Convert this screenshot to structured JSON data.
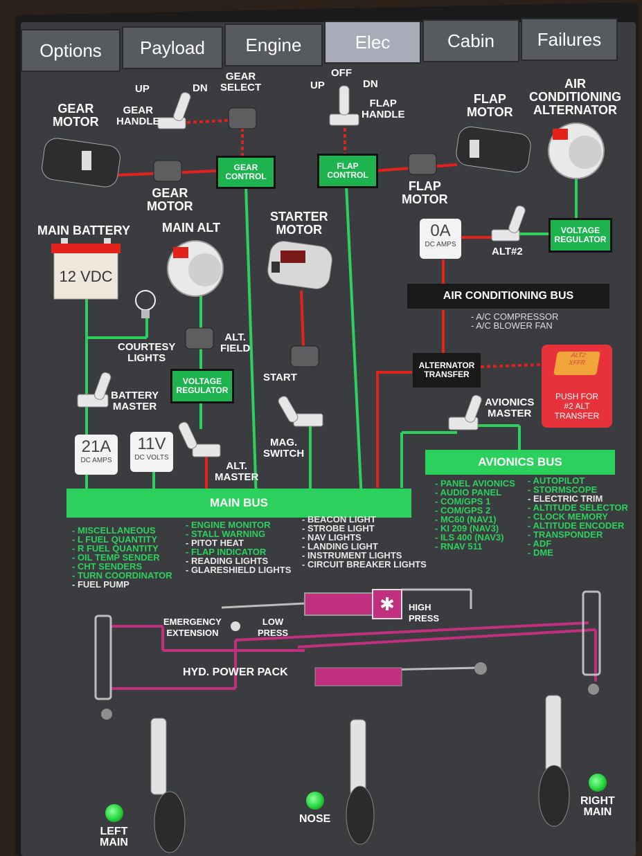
{
  "tabs": [
    "Options",
    "Payload",
    "Engine",
    "Elec",
    "Cabin",
    "Failures"
  ],
  "active_tab": "Elec",
  "labels": {
    "gear_motor_title": "GEAR\nMOTOR",
    "gear_handle": "GEAR\nHANDLE",
    "up1": "UP",
    "dn1": "DN",
    "gear_select": "GEAR\nSELECT",
    "gear_motor_small": "GEAR\nMOTOR",
    "off": "OFF",
    "up2": "UP",
    "dn2": "DN",
    "flap_handle": "FLAP\nHANDLE",
    "flap_motor_title": "FLAP\nMOTOR",
    "flap_motor_small": "FLAP\nMOTOR",
    "ac_alt_title": "AIR\nCONDITIONING\nALTERNATOR",
    "main_battery": "MAIN BATTERY",
    "main_alt": "MAIN ALT",
    "starter_motor": "STARTER\nMOTOR",
    "alt2": "ALT#2",
    "courtesy_lights": "COURTESY\nLIGHTS",
    "alt_field": "ALT.\nFIELD",
    "start": "START",
    "battery_master": "BATTERY\nMASTER",
    "mag_switch": "MAG.\nSWITCH",
    "alt_master": "ALT.\nMASTER",
    "avionics_master": "AVIONICS\nMASTER",
    "ac_list_1": "- A/C COMPRESSOR",
    "ac_list_2": "- A/C BLOWER FAN",
    "emergency_extension": "EMERGENCY\nEXTENSION",
    "low_press": "LOW\nPRESS",
    "high_press": "HIGH\nPRESS",
    "hyd_power_pack": "HYD. POWER PACK",
    "left_main": "LEFT\nMAIN",
    "nose": "NOSE",
    "right_main": "RIGHT\nMAIN"
  },
  "boxes": {
    "gear_control": "GEAR\nCONTROL",
    "flap_control": "FLAP\nCONTROL",
    "voltage_regulator_1": "VOLTAGE\nREGULATOR",
    "voltage_regulator_2": "VOLTAGE\nREGULATOR"
  },
  "buses": {
    "air_conditioning_bus": "AIR CONDITIONING BUS",
    "alternator_transfer": "ALTERNATOR\nTRANSFER",
    "main_bus": "MAIN BUS",
    "avionics_bus": "AVIONICS BUS"
  },
  "battery_label": "12 VDC",
  "gauges": {
    "ac_amps": {
      "value": "0A",
      "unit": "DC AMPS"
    },
    "main_amps": {
      "value": "21A",
      "unit": "DC AMPS"
    },
    "main_volts": {
      "value": "11V",
      "unit": "DC VOLTS"
    }
  },
  "alt_transfer_button": {
    "cap": "ALT2\nXFFR",
    "text": "PUSH FOR\n#2 ALT\nTRANSFER"
  },
  "main_bus_lists": {
    "col1": [
      {
        "t": "- MISCELLANEOUS",
        "on": true
      },
      {
        "t": "- L FUEL QUANTITY",
        "on": true
      },
      {
        "t": "- R FUEL QUANTITY",
        "on": true
      },
      {
        "t": "- OIL TEMP SENDER",
        "on": true
      },
      {
        "t": "- CHT SENDERS",
        "on": true
      },
      {
        "t": "- TURN COORDINATOR",
        "on": true
      },
      {
        "t": "- FUEL PUMP",
        "on": false
      }
    ],
    "col2": [
      {
        "t": "- ENGINE MONITOR",
        "on": true
      },
      {
        "t": "- STALL WARNING",
        "on": true
      },
      {
        "t": "- PITOT HEAT",
        "on": false
      },
      {
        "t": "- FLAP INDICATOR",
        "on": true
      },
      {
        "t": "- READING LIGHTS",
        "on": false
      },
      {
        "t": "- GLARESHIELD LIGHTS",
        "on": false
      }
    ],
    "col3": [
      {
        "t": "- BEACON LIGHT",
        "on": false
      },
      {
        "t": "- STROBE LIGHT",
        "on": false
      },
      {
        "t": "- NAV LIGHTS",
        "on": false
      },
      {
        "t": "- LANDING LIGHT",
        "on": false
      },
      {
        "t": "- INSTRUMENT LIGHTS",
        "on": false
      },
      {
        "t": "- CIRCUIT BREAKER LIGHTS",
        "on": false
      }
    ]
  },
  "avionics_lists": {
    "col1": [
      {
        "t": "- PANEL AVIONICS",
        "on": true
      },
      {
        "t": "- AUDIO PANEL",
        "on": true
      },
      {
        "t": "- COM/GPS 1",
        "on": true
      },
      {
        "t": "- COM/GPS 2",
        "on": true
      },
      {
        "t": "- MC60 (NAV1)",
        "on": true
      },
      {
        "t": "- KI 209 (NAV3)",
        "on": true
      },
      {
        "t": "- ILS 400 (NAV3)",
        "on": true
      },
      {
        "t": "- RNAV 511",
        "on": true
      }
    ],
    "col2": [
      {
        "t": "- AUTOPILOT",
        "on": true
      },
      {
        "t": "- STORMSCOPE",
        "on": true
      },
      {
        "t": "- ELECTRIC TRIM",
        "on": false
      },
      {
        "t": "- ALTITUDE SELECTOR",
        "on": true
      },
      {
        "t": "- CLOCK MEMORY",
        "on": true
      },
      {
        "t": "- ALTITUDE ENCODER",
        "on": true
      },
      {
        "t": "- TRANSPONDER",
        "on": true
      },
      {
        "t": "- ADF",
        "on": true
      },
      {
        "t": "- DME",
        "on": true
      }
    ]
  },
  "colors": {
    "green": "#2bd15c",
    "red": "#e4221c",
    "magenta": "#c1307f",
    "panel": "#3b3c3f"
  }
}
